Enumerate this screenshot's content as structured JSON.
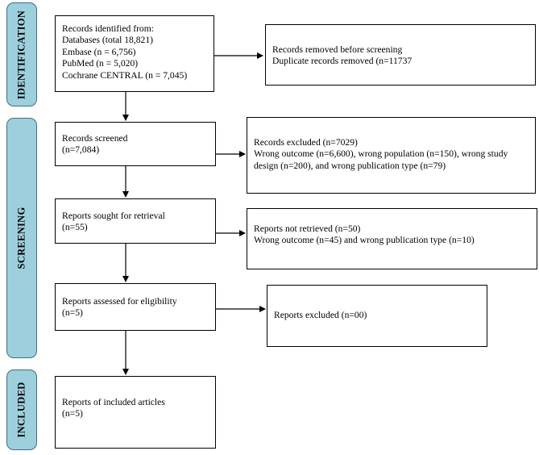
{
  "phases": {
    "identification": "IDENTIFICATION",
    "screening": "SCREENING",
    "included": "INCLUDED"
  },
  "boxes": {
    "records_identified": [
      "Records identified from:",
      "Databases (total 18,821)",
      "Embase (n = 6,756)",
      "PubMed (n = 5,020)",
      "Cochrane CENTRAL (n = 7,045)"
    ],
    "records_removed": [
      "Records removed before screening",
      "Duplicate records removed (n=11737"
    ],
    "records_screened": [
      "Records screened",
      "(n=7,084)"
    ],
    "records_excluded": [
      "Records excluded (n=7029)",
      "Wrong outcome (n=6,600), wrong population (n=150), wrong study",
      "design (n=200), and wrong publication type (n=79)"
    ],
    "reports_sought": [
      "Reports sought for retrieval",
      "(n=55)"
    ],
    "reports_not_retrieved": [
      "Reports not retrieved (n=50)",
      "Wrong outcome (n=45) and wrong publication type (n=10)"
    ],
    "reports_assessed": [
      "Reports assessed for eligibility",
      "(n=5)"
    ],
    "reports_excluded": [
      "Reports excluded (n=00)"
    ],
    "included_articles": [
      "Reports of included articles",
      "(n=5)"
    ]
  }
}
